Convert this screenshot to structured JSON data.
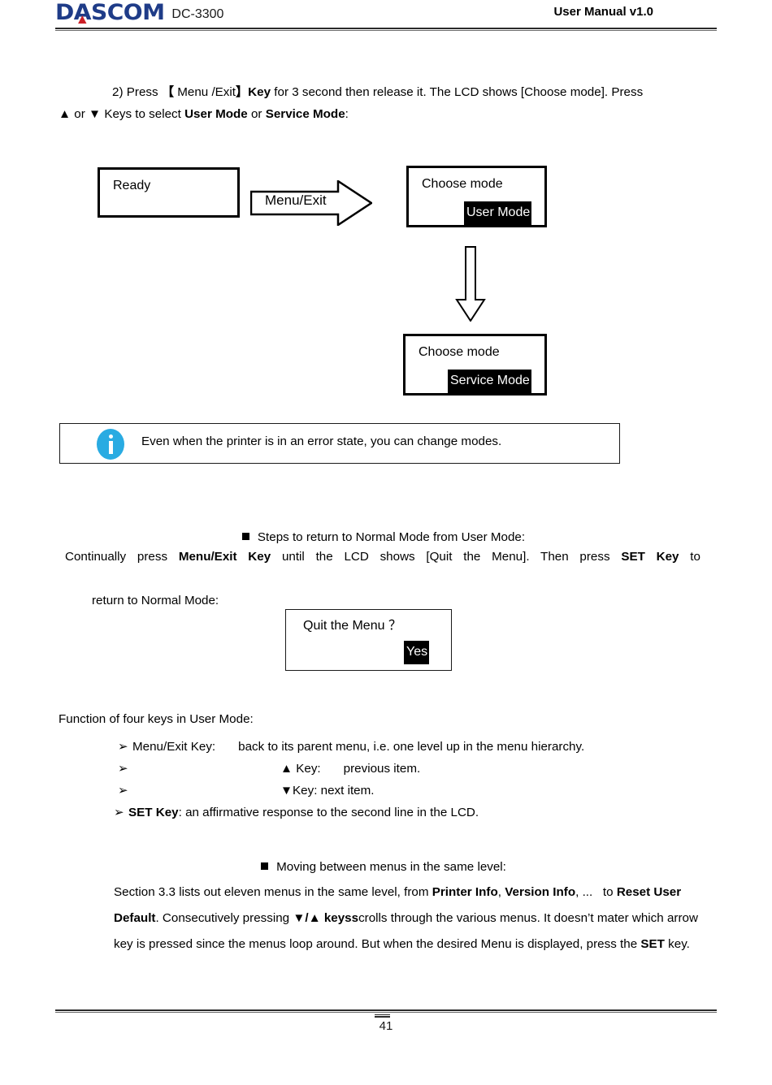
{
  "header": {
    "logo_text": "DASCOM",
    "logo_color": "#1F3C88",
    "logo_accent_color": "#CC2027",
    "model": "DC-3300",
    "manual_version": "User Manual v1.0"
  },
  "paragraph_1": {
    "number": "2)",
    "t1": "Press",
    "t2": "【",
    "t3": "Menu /Exit",
    "t4": "】",
    "t5": "Key",
    "t6": "for 3 second then release it. The LCD shows [Choose mode]. Press",
    "t7": "▲",
    "t8": "or",
    "t9": "▼",
    "t10": "Keys to select",
    "t11": "User Mode",
    "t12": "or",
    "t13": "Service Mode",
    "t14": ":"
  },
  "diagram_1": {
    "ready_box": {
      "line1": "Ready"
    },
    "arrow_right_label": "Menu/Exit",
    "choose_user_box": {
      "line1": "Choose mode",
      "line2_highlighted": "User Mode"
    },
    "choose_service_box": {
      "line1": "Choose mode",
      "line2_highlighted": "Service Mode"
    }
  },
  "note": {
    "icon": "info-icon",
    "icon_color": "#29ABE2",
    "text": "Even when the printer is in an error state, you can change modes."
  },
  "section_2": {
    "heading": "Steps to return to Normal Mode from User Mode:",
    "line1_a": "Continually press",
    "line1_b": "Menu/Exit Key",
    "line1_c": "until the LCD shows [Quit the Menu]. Then press",
    "line1_d": "SET Key",
    "line1_e": "to",
    "line2": "return to Normal Mode:",
    "quit_box": {
      "line1": "Quit the Menu ？",
      "line2_highlighted": "Yes"
    }
  },
  "section_keys": {
    "intro": "Function of four keys in User Mode:",
    "bullet_glyph": "➢",
    "rows": [
      {
        "label": "Menu/Exit Key:",
        "desc": "back to its parent menu, i.e. one level up in the menu hierarchy."
      },
      {
        "label": "▲ Key:",
        "desc": "previous item."
      },
      {
        "label": "▼Key:",
        "desc": "next item."
      },
      {
        "label": "SET Key",
        "desc": ": an affirmative response to the second line in the LCD."
      }
    ]
  },
  "section_3": {
    "heading": "Moving between menus in the same level:",
    "t1": "Section 3.3 lists out eleven menus in the same level, from",
    "t2": "Printer Info",
    "t3": ",",
    "t4": "Version Info",
    "t5": ", ...",
    "t6": "to",
    "t7": "Reset User Default",
    "t8": ". Consecutively pressing",
    "t9": "▼/▲ keys",
    "t10": "s",
    "t11": "crolls through the various menus. It doesn’t mater which arrow key is pressed since the menus loop around. But when the desired Menu is displayed, press the",
    "t12": "SET",
    "t13": "key."
  },
  "footer": {
    "page_number": "41"
  }
}
